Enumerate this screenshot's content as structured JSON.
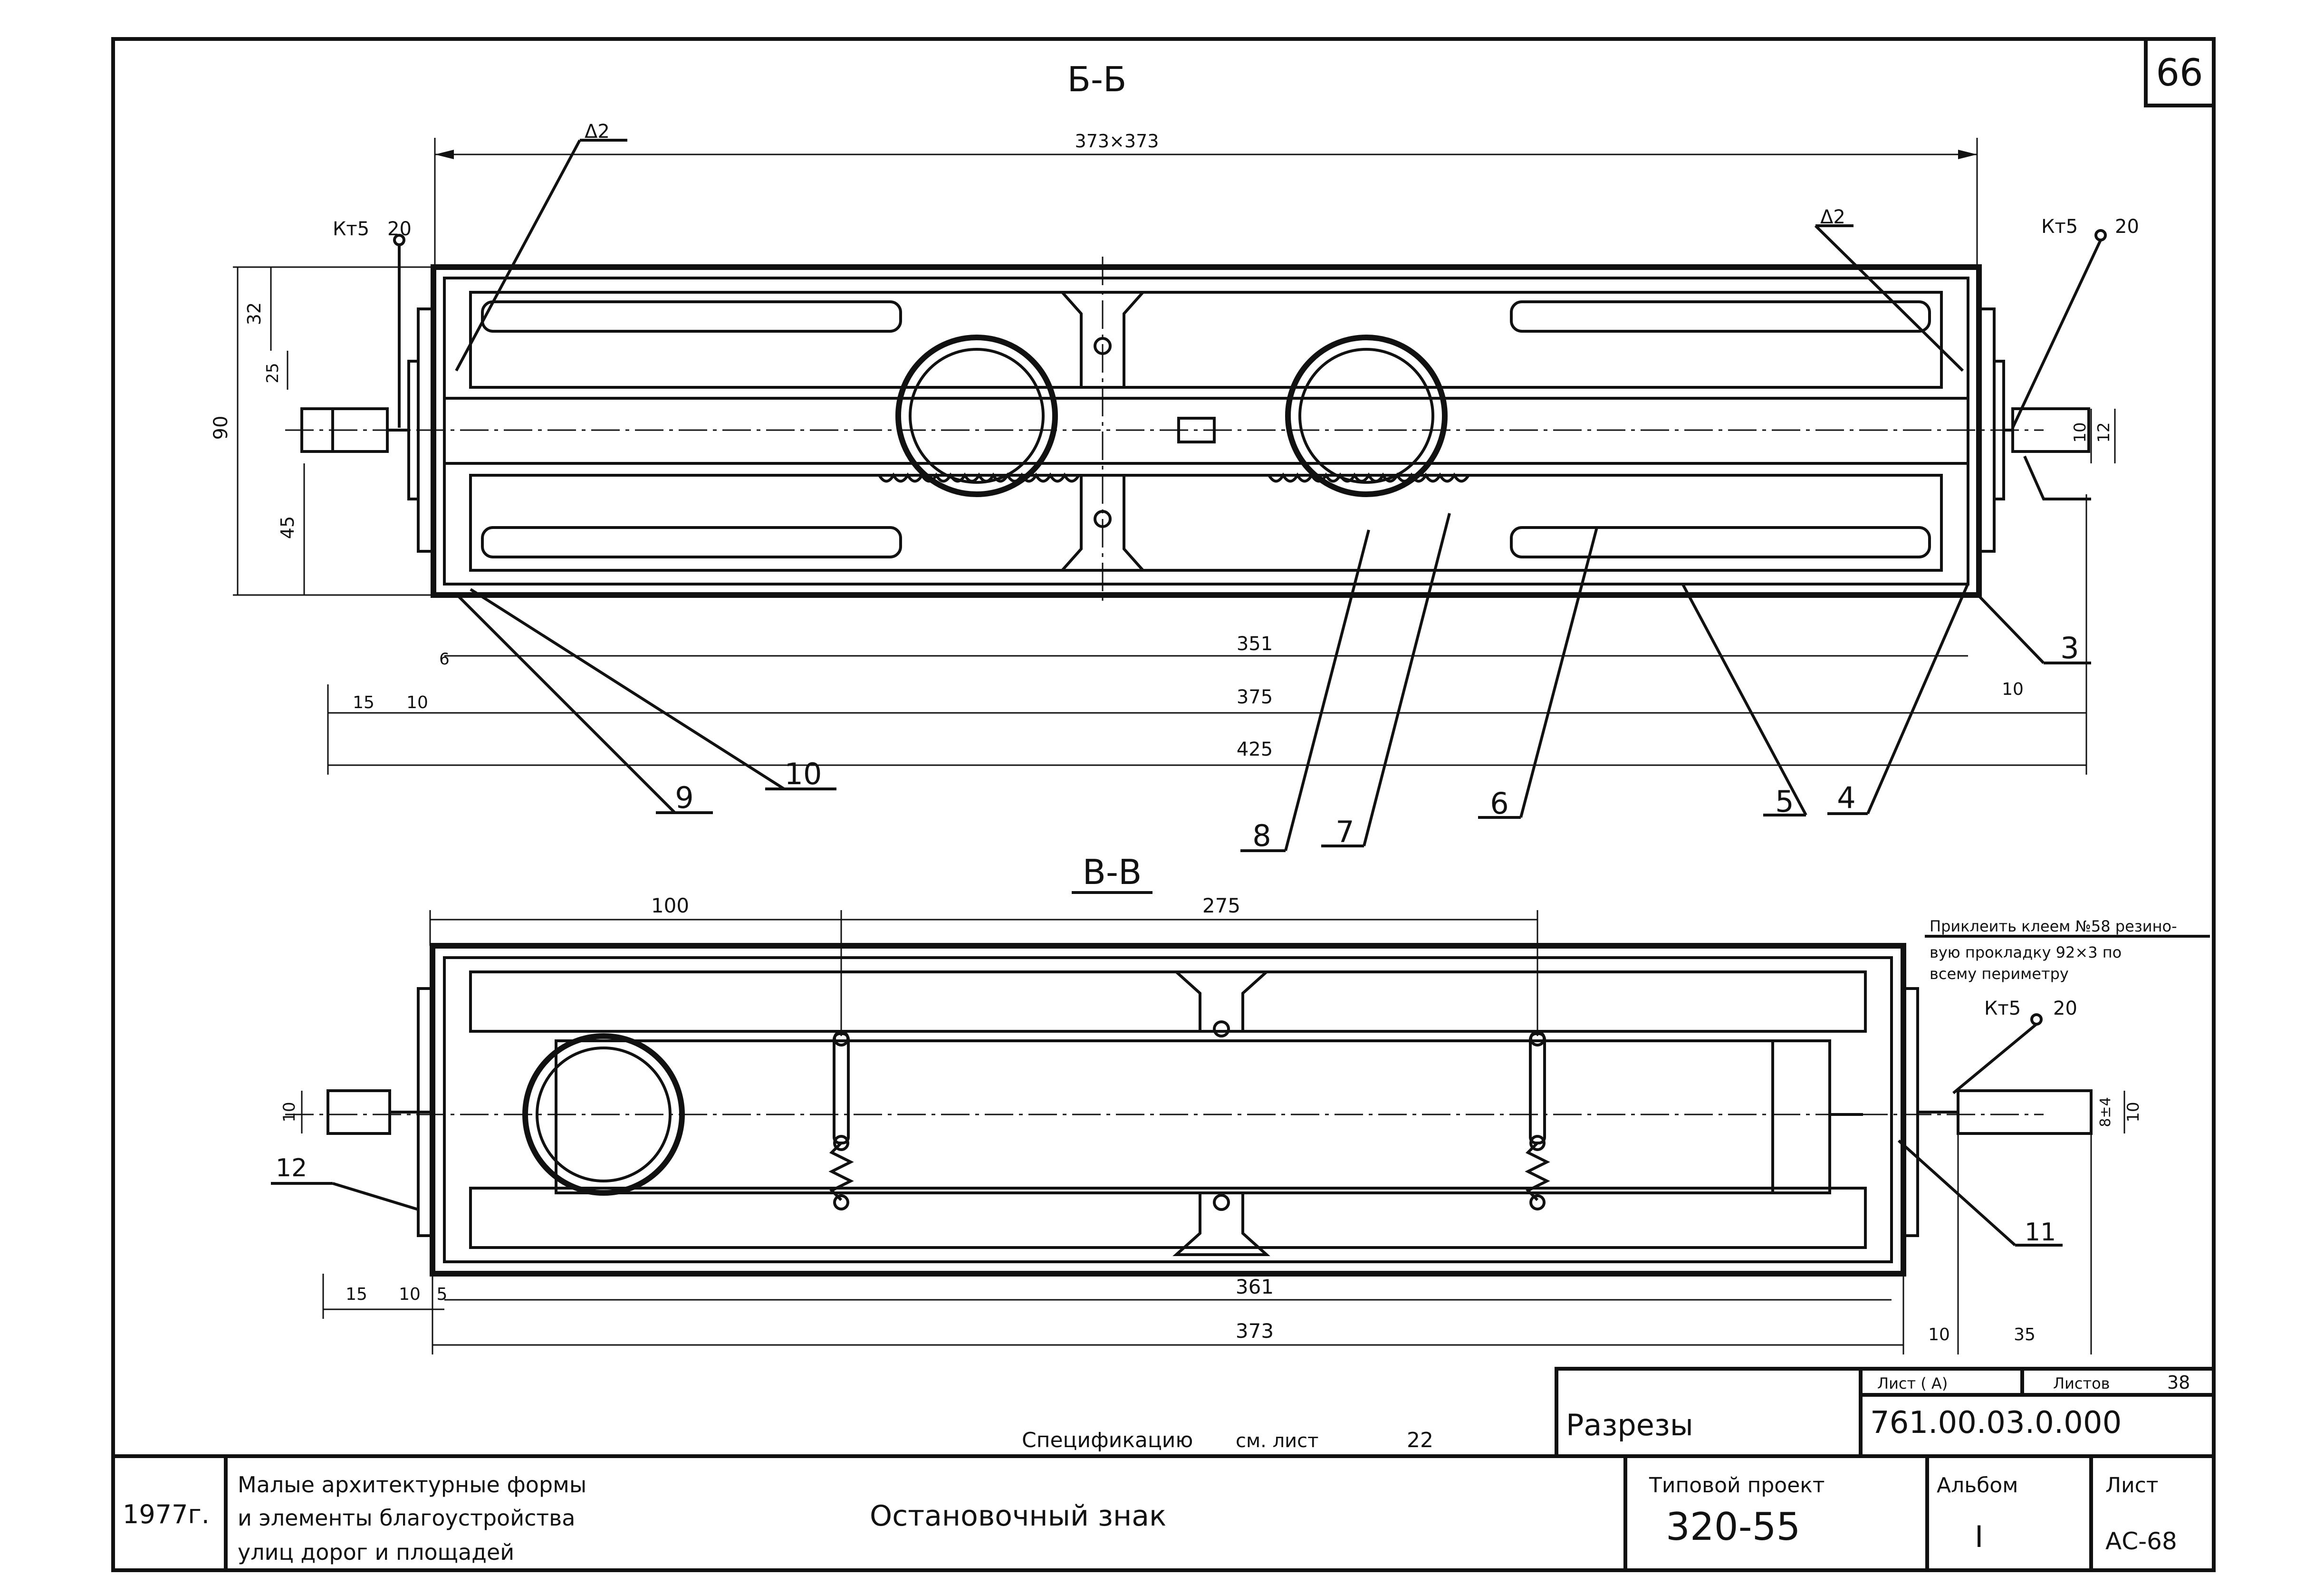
{
  "sheet": {
    "page_number": "66",
    "footer_sheet_code": "AC-68"
  },
  "section_bb": {
    "title": "Б-Б",
    "dims": {
      "top_overall": "373×373",
      "inner": "351",
      "mid": "375",
      "overall": "425",
      "left_15": "15",
      "left_10": "10",
      "right_10": "10",
      "small_6": "6",
      "height_90": "90",
      "h_32": "32",
      "h_25": "25",
      "h_45": "45",
      "r_10": "10",
      "r_12": "12"
    },
    "weld_left_label": "Кт5",
    "weld_left_num": "20",
    "weld_right_label": "Кт5",
    "weld_right_num": "20",
    "weld_a2_left": "Δ2",
    "weld_a2_right": "Δ2",
    "callouts": [
      "9",
      "10",
      "8",
      "7",
      "6",
      "5",
      "4",
      "3"
    ]
  },
  "section_vv": {
    "title": "В-В",
    "dims": {
      "d100": "100",
      "d275": "275",
      "d361": "361",
      "d373": "373",
      "left_15": "15",
      "left_10": "10",
      "left_5": "5",
      "right_10": "10",
      "right_35": "35",
      "h_10_left": "10",
      "h_10_right": "10",
      "h_814": "8±4"
    },
    "note": [
      "Приклеить клеем №58 резино-",
      "вую прокладку 92×3 по",
      "всему периметру"
    ],
    "weld_label": "Кт5",
    "weld_num": "20",
    "callouts": [
      "12",
      "11"
    ]
  },
  "spec_note": {
    "text": "Спецификацию",
    "ref_label": "см. лист",
    "ref_sheet": "22"
  },
  "title_block": {
    "drawing_name": "Разрезы",
    "sheet_label": "Лист ( А)",
    "sheets_label": "Листов",
    "sheets_count": "38",
    "doc_code": "761.00.03.0.000",
    "year": "1977г.",
    "series_title": [
      "Малые архитектурные формы",
      "и элементы благоустройства",
      "улиц дорог и площадей"
    ],
    "object_name": "Остановочный знак",
    "project_label": "Типовой проект",
    "project_number": "320-55",
    "album_label": "Альбом",
    "album_number": "I",
    "list_label": "Лист",
    "list_number": "АС-68"
  }
}
